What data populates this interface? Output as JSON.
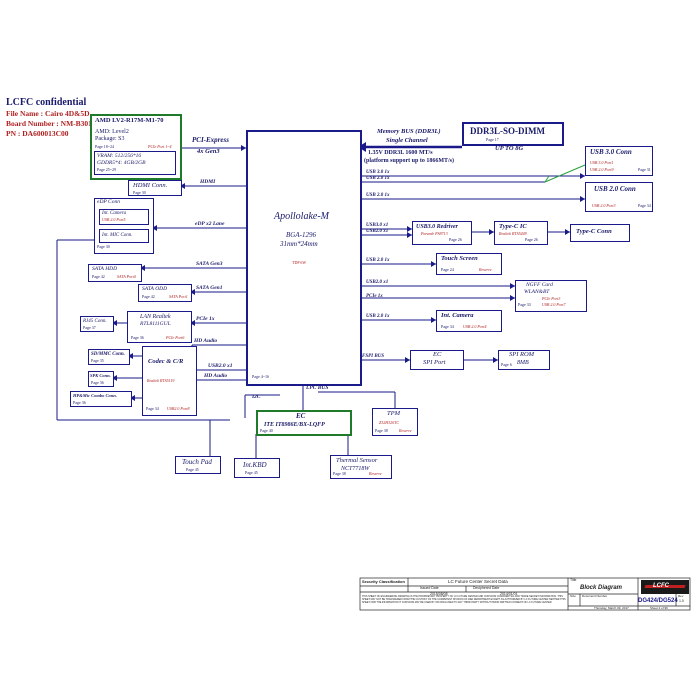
{
  "header": {
    "confidential": "LCFC confidential",
    "file_name": "File Name : Cairo 4D&5D",
    "board_number": "Board Number : NM-B301",
    "pn": "PN : DA600013C00"
  },
  "gpu": {
    "title": "AMD  LV2-R17M-M1-70",
    "level": "AMD: Level2",
    "package": "Package:  S3",
    "page": "Page 18~24",
    "pcie_port": "PCIe Port 1~4",
    "vram": "VRAM: 512/256*16",
    "gddr": "GDDR5*4:  4GB/2GB",
    "vram_page": "Page 25~29"
  },
  "cpu": {
    "name": "Apollolake-M",
    "package": "BGA-1296",
    "size": "31mm*24mm",
    "tdp": "TDP 6W",
    "page": "Page 4~16"
  },
  "buses": {
    "pcie": "PCI-Express",
    "pcie_gen": "4x Gen3",
    "hdmi": "HDMI",
    "edp": "eDP x2 Lane",
    "sata3": "SATA Gen3",
    "sata1": "SATA Gen1",
    "pcie_1x": "PCIe 1x",
    "hd_audio": "HD Audio",
    "usb20_x1": "USB2.0 x1",
    "hd_audio2": "HD Audio",
    "i2c": "I2C",
    "lpc": "LPC BUS",
    "memory_bus": "Memory BUS (DDR3L)",
    "single_channel": "Single Channel",
    "ddr_speed": "1.35V DDR3L 1600 MT/s",
    "ddr_support": "(platform support up to 1866MT/s)",
    "usb30_1x": "USB 3.0 1x",
    "usb20_1x_a": "USB 2.0 1x",
    "usb20_1x_b": "USB 2.0 1x",
    "usb30_x1": "USB3.0 x1",
    "usb20_x1b": "USB2.0 x1",
    "usb20_1x_c": "USB 2.0 1x",
    "usb20_x1c": "USB2.0 x1",
    "pcie_1x_b": "PCIe 1x",
    "usb20_1x_d": "USB 2.0 1x",
    "fspi": "FSPI BUS"
  },
  "ddr": {
    "title": "DDR3L-SO-DIMM",
    "page": "Page 17",
    "upto": "UP TO 8G"
  },
  "usb3conn": {
    "title": "USB 3.0 Conn",
    "p1": "USB 3.0 Port1",
    "p2": "USB 2.0 Port9",
    "page": "Page 31"
  },
  "usb2conn": {
    "title": "USB  2.0 Conn",
    "p1": "USB 2.0 Port3",
    "page": "Page 34"
  },
  "hdmi": {
    "title": "HDMI Conn.",
    "page": "Page 30"
  },
  "edp": {
    "title": "eDP Conn",
    "cam": "Int. Camera",
    "cam_port": "USB 2.0 Port5",
    "mic": "Int. MIC Conn.",
    "page": "Page 30"
  },
  "redriver": {
    "title": "USB3.0 Redriver",
    "part": "Pararde PS8713",
    "page": "Page 26"
  },
  "typec_ic": {
    "title": "Type-C IC",
    "part": "Realtek RTS5449",
    "page": "Page 26"
  },
  "typec_conn": {
    "title": "Type-C Conn"
  },
  "touchscreen": {
    "title": "Touch Screen",
    "page": "Page 24",
    "note": "Reserve"
  },
  "ngff": {
    "title": "NGFF Card",
    "sub": "WLAN&BT",
    "p1": "PCIe  Port3",
    "p2": "USB 2.0 Port7",
    "page": "Page 33"
  },
  "camera": {
    "title": "Int. Camera",
    "page": "Page 34",
    "port": "USB 2.0 Port4"
  },
  "ec_spi": {
    "title": "EC",
    "sub": "SPI Port"
  },
  "spi_rom": {
    "title": "SPI ROM",
    "size": "8MB",
    "page": "Page 6"
  },
  "sata_hdd": {
    "title": "SATA HDD",
    "page": "Page 42",
    "port": "SATA Port0"
  },
  "sata_odd": {
    "title": "SATA ODD",
    "page": "Page 42",
    "port": "SATA Port1"
  },
  "lan": {
    "title": "LAN Realtek",
    "part": "RTL8111GUL",
    "page": "Page 36",
    "port": "PCIe Port6"
  },
  "rj45": {
    "title": "RJ45 Conn.",
    "page": "Page 37"
  },
  "sdmmc": {
    "title": "SD/MMC Conn.",
    "page": "Page 35"
  },
  "spk": {
    "title": "SPK Conn.",
    "page": "Page 36"
  },
  "hp": {
    "title": "HP&Mic Combo Conn.",
    "page": "Page 36"
  },
  "codec": {
    "title": "Codec & C/R",
    "part": "Realtek RTS5119",
    "page": "Page 34",
    "port": "USB2.0 Port8"
  },
  "ec": {
    "title": "EC",
    "part": "ITE  IT8986E/BX-LQFP",
    "page": "Page 40"
  },
  "tpm": {
    "title": "TPM",
    "part": "Z32H320TC",
    "page": "Page 38",
    "note": "Reserve"
  },
  "touchpad": {
    "title": "Touch Pad",
    "page": "Page 45"
  },
  "kbd": {
    "title": "Int.KBD",
    "page": "Page 45"
  },
  "thermal": {
    "title": "Thermal Sensor",
    "part": "NCT7718W",
    "page": "Page 38",
    "note": "Reserve"
  },
  "titleblock": {
    "sec_class": "Security Classification",
    "secret": "LC Future Center Secret Data",
    "issued_date_label": "Issued Date",
    "issued_date": "2015/08/08",
    "decipher_label": "Deciphered Date",
    "decipher_date": "2014/01/01",
    "title_label": "Title",
    "title": "Block Diagram",
    "size_label": "Size",
    "docnum_label": "Document Number",
    "docnum": "DG424/DG524",
    "rev_label": "Rev",
    "rev": "1.0",
    "date": "Thursday, March 09, 2017",
    "sheet": "Sheet  2  of  96",
    "logo": "LCFC",
    "legal": "THIS SHEET OF ENGINEERING DRAWING IS THE PROPRIETARY PROPERTY OF LC FUTURE CENTER AND CONTAINS CONFIDENTIAL AND TRADE SECRET INFORMATION. THIS SHEET MAY NOT BE TRANSFERED FROM THE CUSTODY OF THE COMPETENT DIVISION OF R&D DEPARTMENT EXCEPT AS AUTHORIZED BY LC FUTURE CENTER NEITHER THIS SHEET NOR THE INFORMATION IT CONTAINS MAY BE USED BY OR DISCLOSED TO ANY THIRD PARTY WITHOUT PRIOR WRITTEN CONSENT OF LC FUTURE CENTER."
  }
}
